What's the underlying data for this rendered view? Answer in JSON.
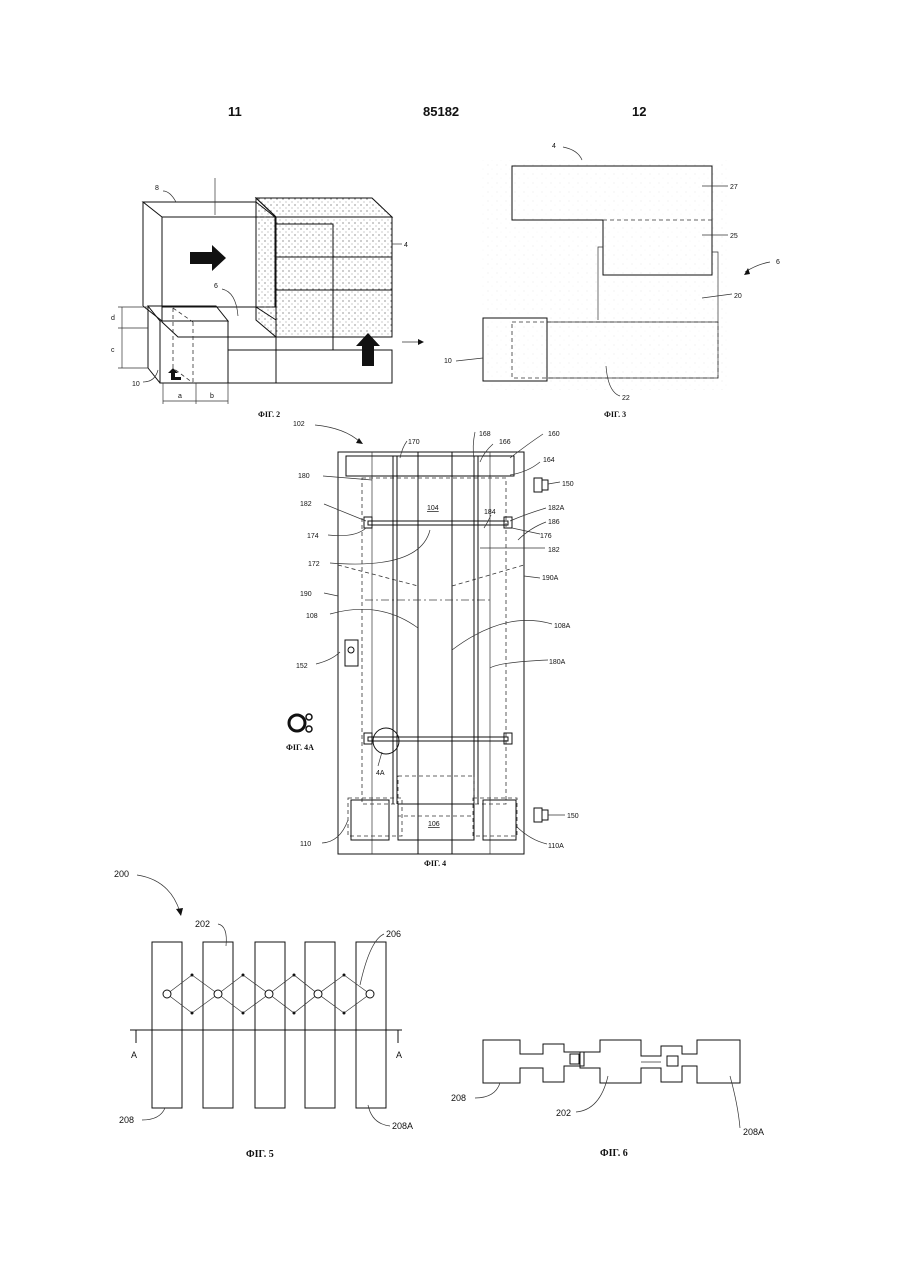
{
  "header": {
    "left": "11",
    "center": "85182",
    "right": "12"
  },
  "fig2": {
    "caption": "ФІГ. 2",
    "labels": {
      "l8": "8",
      "l4": "4",
      "l6": "6",
      "l10": "10",
      "ld": "d",
      "lc": "c",
      "la": "a",
      "lb": "b"
    }
  },
  "fig3": {
    "caption": "ФІГ. 3",
    "labels": {
      "l4": "4",
      "l27": "27",
      "l25": "25",
      "l6": "6",
      "l20": "20",
      "l10": "10",
      "l22": "22"
    }
  },
  "fig4": {
    "caption": "ФІГ. 4",
    "inset_caption": "ФІГ. 4A",
    "labels": {
      "l102": "102",
      "l170": "170",
      "l168": "168",
      "l166": "166",
      "l160": "160",
      "l164": "164",
      "l150a": "150",
      "l180": "180",
      "l182": "182",
      "l104": "104",
      "l184": "184",
      "l182A": "182A",
      "l186": "186",
      "l174": "174",
      "l176": "176",
      "l182b": "182",
      "l172": "172",
      "l190A": "190A",
      "l190": "190",
      "l108": "108",
      "l108A": "108A",
      "l180A": "180A",
      "l152": "152",
      "l4A": "4A",
      "l106": "106",
      "l150b": "150",
      "l110": "110",
      "l110A": "110A"
    }
  },
  "fig5": {
    "caption": "ФІГ. 5",
    "labels": {
      "l200": "200",
      "l202": "202",
      "l206": "206",
      "lA1": "A",
      "lA2": "A",
      "l208": "208",
      "l208A": "208A"
    }
  },
  "fig6": {
    "caption": "ФІГ. 6",
    "labels": {
      "l208": "208",
      "l202": "202",
      "l208A": "208A"
    }
  }
}
